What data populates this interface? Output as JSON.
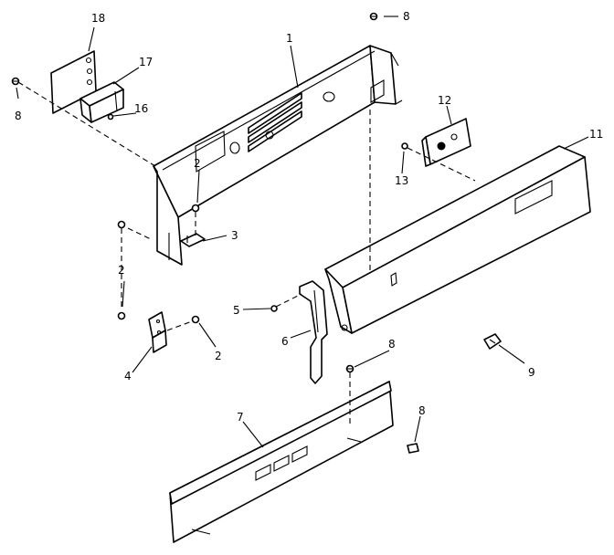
{
  "diagram": {
    "callouts": {
      "c1": "1",
      "c2a": "2",
      "c2b": "2",
      "c2c": "2",
      "c3": "3",
      "c4": "4",
      "c5": "5",
      "c6": "6",
      "c7": "7",
      "c8a": "8",
      "c8b": "8",
      "c8c": "8",
      "c8d": "8",
      "c9": "9",
      "c11": "11",
      "c12": "12",
      "c13": "13",
      "c16": "16",
      "c17": "17",
      "c18": "18"
    },
    "parts": [
      {
        "id": "1",
        "name": "backguard-panel"
      },
      {
        "id": "2",
        "name": "screw"
      },
      {
        "id": "3",
        "name": "bracket"
      },
      {
        "id": "4",
        "name": "end-bracket"
      },
      {
        "id": "5",
        "name": "screw"
      },
      {
        "id": "6",
        "name": "end-cap-support"
      },
      {
        "id": "7",
        "name": "lower-trim-panel"
      },
      {
        "id": "8",
        "name": "screw"
      },
      {
        "id": "9",
        "name": "clip"
      },
      {
        "id": "11",
        "name": "control-panel"
      },
      {
        "id": "12",
        "name": "switch-bracket"
      },
      {
        "id": "13",
        "name": "screw"
      },
      {
        "id": "16",
        "name": "screw"
      },
      {
        "id": "17",
        "name": "terminal-block"
      },
      {
        "id": "18",
        "name": "mounting-plate"
      }
    ]
  }
}
